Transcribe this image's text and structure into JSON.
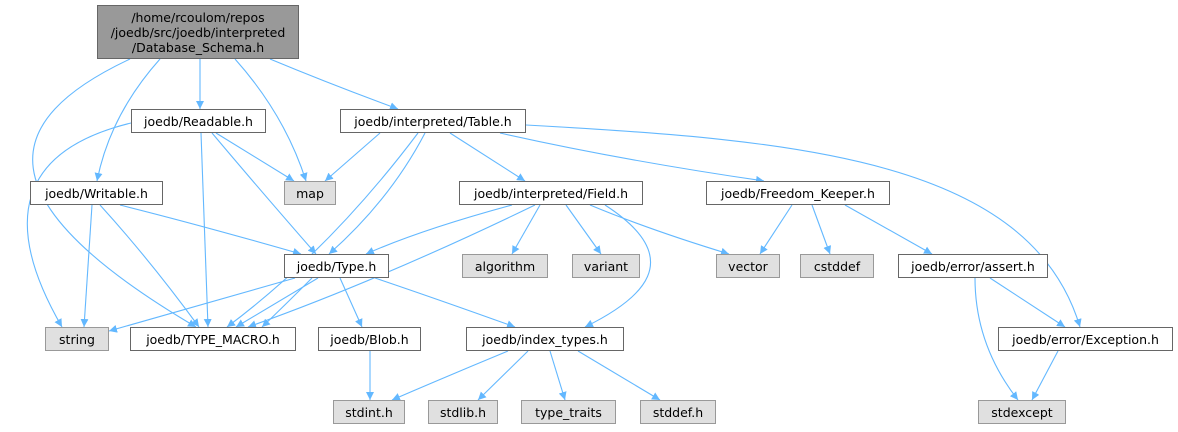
{
  "colors": {
    "edge": "#63b8ff",
    "root_fill": "#999999",
    "system_fill": "#e0e0e0",
    "file_fill": "#ffffff",
    "border": "#666666"
  },
  "nodes": {
    "root": {
      "line1": "/home/rcoulom/repos",
      "line2": "/joedb/src/joedb/interpreted",
      "line3": "/Database_Schema.h"
    },
    "readable": {
      "label": "joedb/Readable.h"
    },
    "table": {
      "label": "joedb/interpreted/Table.h"
    },
    "writable": {
      "label": "joedb/Writable.h"
    },
    "map": {
      "label": "map"
    },
    "field": {
      "label": "joedb/interpreted/Field.h"
    },
    "freedom_keeper": {
      "label": "joedb/Freedom_Keeper.h"
    },
    "type": {
      "label": "joedb/Type.h"
    },
    "algorithm": {
      "label": "algorithm"
    },
    "variant": {
      "label": "variant"
    },
    "vector": {
      "label": "vector"
    },
    "cstddef": {
      "label": "cstddef"
    },
    "assert": {
      "label": "joedb/error/assert.h"
    },
    "string": {
      "label": "string"
    },
    "type_macro": {
      "label": "joedb/TYPE_MACRO.h"
    },
    "blob": {
      "label": "joedb/Blob.h"
    },
    "index_types": {
      "label": "joedb/index_types.h"
    },
    "exception": {
      "label": "joedb/error/Exception.h"
    },
    "stdint": {
      "label": "stdint.h"
    },
    "stdlib": {
      "label": "stdlib.h"
    },
    "type_traits": {
      "label": "type_traits"
    },
    "stddef": {
      "label": "stddef.h"
    },
    "stdexcept": {
      "label": "stdexcept"
    }
  }
}
